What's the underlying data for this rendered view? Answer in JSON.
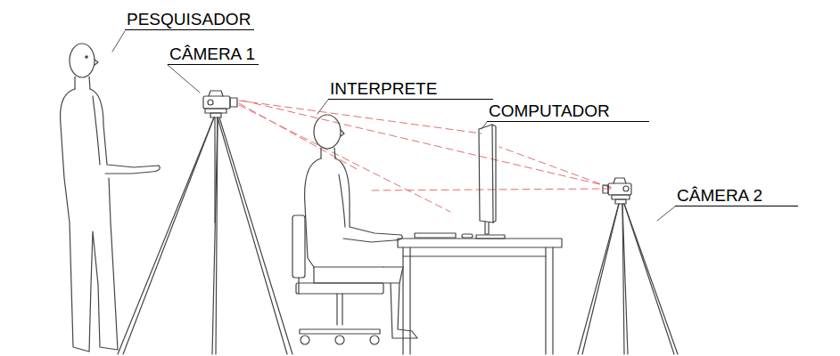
{
  "diagram": {
    "labels": [
      "PESQUISADOR",
      "CÂMERA 1",
      "INTERPRETE",
      "COMPUTADOR",
      "CÂMERA 2"
    ]
  }
}
